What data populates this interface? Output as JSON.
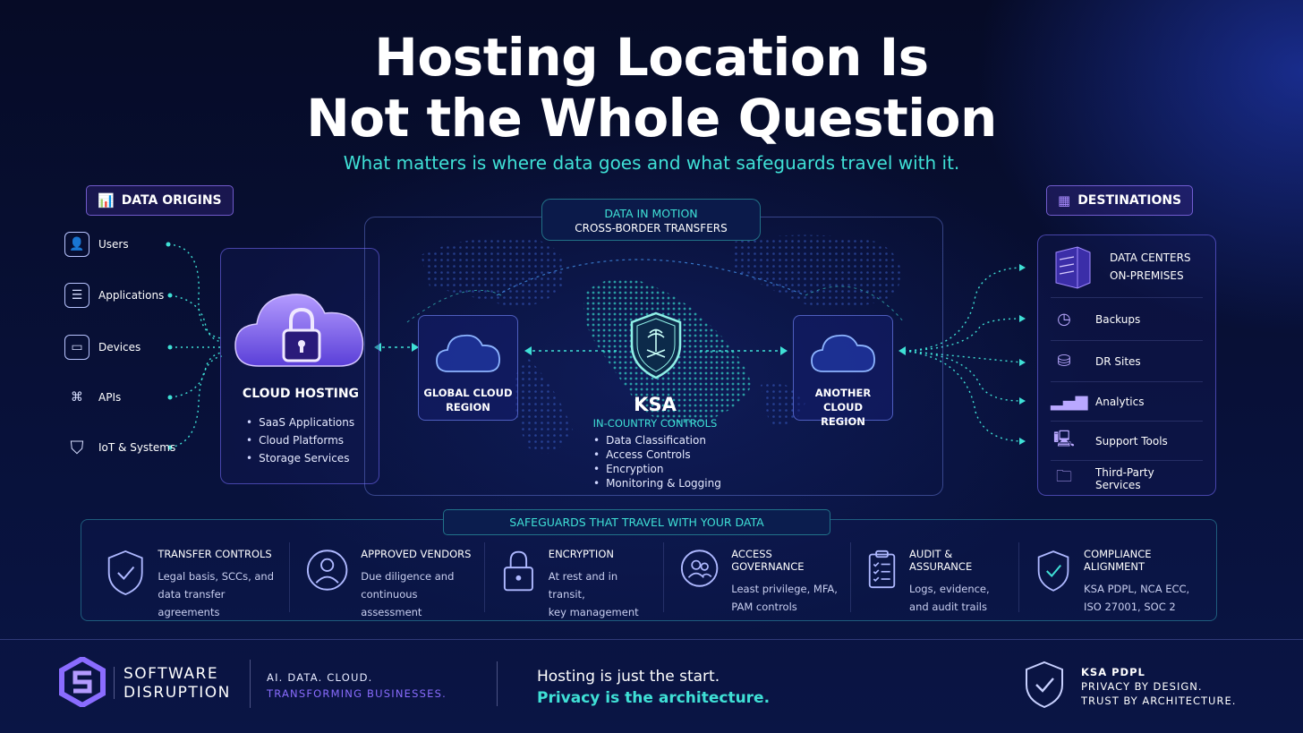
{
  "title_line1": "Hosting Location Is",
  "title_line2": "Not the Whole Question",
  "subtitle": "What matters is where data goes and what safeguards travel with it.",
  "origins": {
    "tag": "DATA ORIGINS",
    "items": [
      {
        "label": "Users",
        "icon": "user-icon"
      },
      {
        "label": "Applications",
        "icon": "applications-icon"
      },
      {
        "label": "Devices",
        "icon": "monitor-icon"
      },
      {
        "label": "APIs",
        "icon": "api-icon"
      },
      {
        "label": "IoT & Systems",
        "icon": "shield-check-icon"
      }
    ]
  },
  "cloud_hosting": {
    "title": "CLOUD HOSTING",
    "bullets": [
      "SaaS Applications",
      "Cloud Platforms",
      "Storage Services"
    ]
  },
  "motion": {
    "line1": "DATA IN MOTION",
    "line2": "CROSS-BORDER TRANSFERS"
  },
  "global_region": {
    "line1": "GLOBAL CLOUD",
    "line2": "REGION"
  },
  "another_region": {
    "line1": "ANOTHER CLOUD",
    "line2": "REGION"
  },
  "ksa": {
    "title": "KSA",
    "subtitle": "IN-COUNTRY CONTROLS",
    "bullets": [
      "Data Classification",
      "Access Controls",
      "Encryption",
      "Monitoring & Logging"
    ]
  },
  "destinations": {
    "tag": "DESTINATIONS",
    "top_line1": "DATA CENTERS",
    "top_line2": "ON-PREMISES",
    "items": [
      {
        "label": "Backups",
        "icon": "backup-clock-icon"
      },
      {
        "label": "DR Sites",
        "icon": "dr-sites-icon"
      },
      {
        "label": "Analytics",
        "icon": "analytics-bars-icon"
      },
      {
        "label": "Support Tools",
        "icon": "support-tools-icon"
      },
      {
        "label": "Third-Party Services",
        "icon": "third-party-folder-icon"
      }
    ]
  },
  "safeguards": {
    "tag": "SAFEGUARDS THAT TRAVEL WITH YOUR DATA",
    "items": [
      {
        "title": "TRANSFER CONTROLS",
        "l1": "Legal basis, SCCs, and",
        "l2": "data transfer agreements",
        "icon": "shield-check-icon"
      },
      {
        "title": "APPROVED VENDORS",
        "l1": "Due diligence and",
        "l2": "continuous assessment",
        "icon": "vendor-user-icon"
      },
      {
        "title": "ENCRYPTION",
        "l1": "At rest and in transit,",
        "l2": "key management",
        "icon": "lock-icon"
      },
      {
        "title": "ACCESS GOVERNANCE",
        "l1": "Least privilege, MFA,",
        "l2": "PAM controls",
        "icon": "users-icon"
      },
      {
        "title": "AUDIT & ASSURANCE",
        "l1": "Logs, evidence,",
        "l2": "and audit trails",
        "icon": "checklist-icon"
      },
      {
        "title": "COMPLIANCE ALIGNMENT",
        "l1": "KSA PDPL, NCA ECC,",
        "l2": "ISO 27001, SOC 2",
        "icon": "shield-check-icon"
      }
    ]
  },
  "footer": {
    "brand1": "SOFTWARE",
    "brand2": "DISRUPTION",
    "tag1": "AI. DATA. CLOUD.",
    "tag2": "TRANSFORMING BUSINESSES.",
    "msg1": "Hosting is just the start.",
    "msg2": "Privacy is the architecture.",
    "r1": "KSA PDPL",
    "r2": "PRIVACY BY DESIGN.",
    "r3": "TRUST BY ARCHITECTURE."
  },
  "colors": {
    "accent_cyan": "#3fe0d6",
    "accent_purple": "#8a6cff",
    "bg_navy": "#08113a"
  }
}
